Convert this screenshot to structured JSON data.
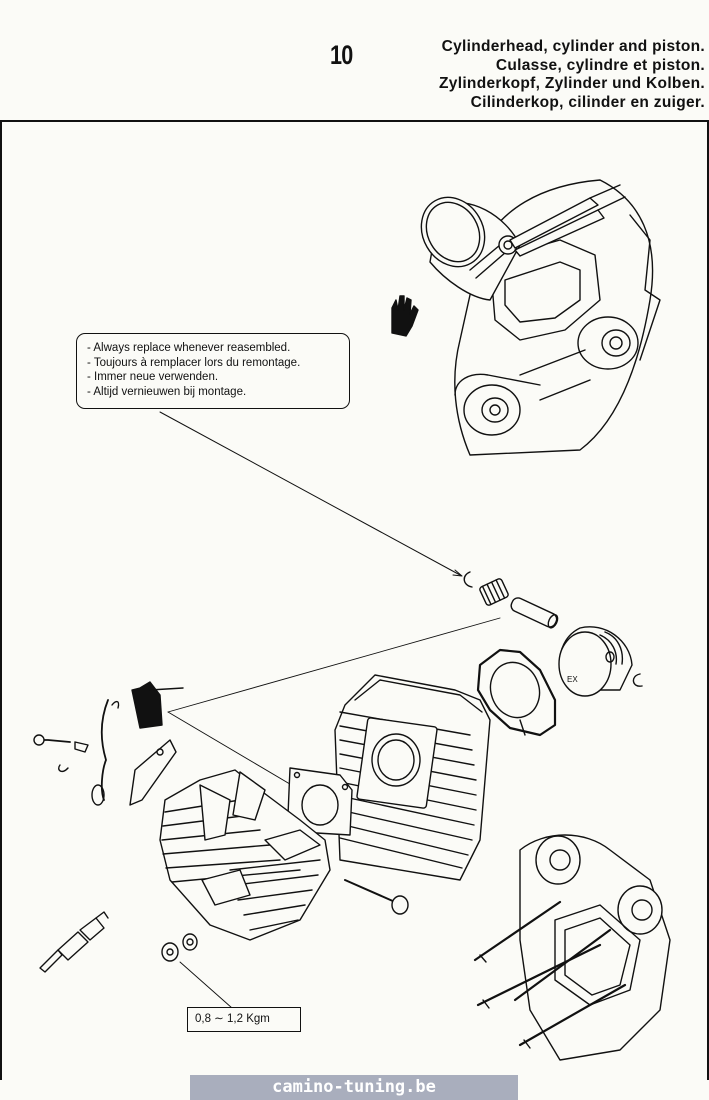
{
  "header": {
    "page_number": "10",
    "titles": [
      "Cylinderhead, cylinder and piston.",
      "Culasse, cylindre et piston.",
      "Zylinderkopf, Zylinder und Kolben.",
      "Cilinderkop, cilinder en zuiger."
    ]
  },
  "note": {
    "lines": [
      "- Always replace whenever reasembled.",
      "- Toujours à remplacer lors du remontage.",
      "- Immer neue verwenden.",
      "- Altijd vernieuwen bij montage."
    ]
  },
  "piston_mark": "EX",
  "torque": "0,8 ∼ 1,2 Kgm",
  "watermark": "camino-tuning.be"
}
